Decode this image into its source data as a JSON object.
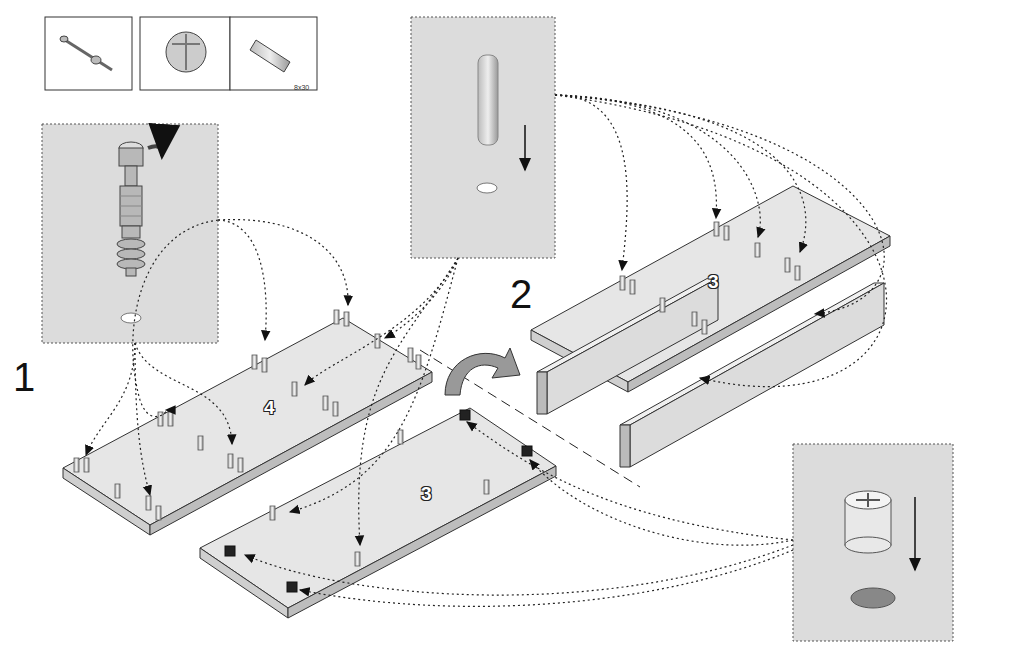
{
  "diagram": {
    "labels": [
      "8x30",
      "1",
      "4",
      "3",
      "2",
      "3"
    ]
  }
}
